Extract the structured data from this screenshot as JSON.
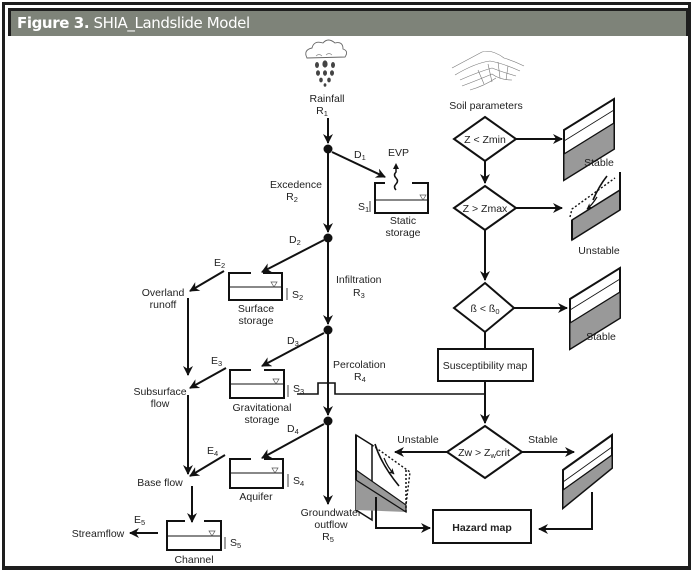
{
  "figure": {
    "number": "Figure 3.",
    "title": "SHIA_Landslide Model"
  },
  "hydrology": {
    "rainfall": {
      "label": "Rainfall",
      "symbol": "R",
      "sub": "1"
    },
    "excedence": {
      "label": "Excedence",
      "symbol": "R",
      "sub": "2"
    },
    "infiltration": {
      "label": "Infiltration",
      "symbol": "R",
      "sub": "3"
    },
    "percolation": {
      "label": "Percolation",
      "symbol": "R",
      "sub": "4"
    },
    "groundwater": {
      "line1": "Groundwater",
      "line2": "outflow",
      "symbol": "R",
      "sub": "5"
    },
    "evp": "EVP",
    "nodes": [
      {
        "symbol": "D",
        "sub": "1"
      },
      {
        "symbol": "D",
        "sub": "2"
      },
      {
        "symbol": "D",
        "sub": "3"
      },
      {
        "symbol": "D",
        "sub": "4"
      }
    ],
    "tanks": [
      {
        "line1": "Static",
        "line2": "storage",
        "symbol": "S",
        "sub": "1"
      },
      {
        "line1": "Surface",
        "line2": "storage",
        "symbol": "S",
        "sub": "2"
      },
      {
        "line1": "Gravitational",
        "line2": "storage",
        "symbol": "S",
        "sub": "3"
      },
      {
        "line1": "Aquifer",
        "line2": "",
        "symbol": "S",
        "sub": "4"
      },
      {
        "line1": "Channel",
        "line2": "",
        "symbol": "S",
        "sub": "5"
      }
    ],
    "flows": [
      {
        "line1": "Overland",
        "line2": "runoff",
        "symbol": "E",
        "sub": "2"
      },
      {
        "line1": "Subsurface",
        "line2": "flow",
        "symbol": "E",
        "sub": "3"
      },
      {
        "line1": "Base flow",
        "line2": "",
        "symbol": "E",
        "sub": "4"
      },
      {
        "line1": "Streamflow",
        "line2": "",
        "symbol": "E",
        "sub": "5"
      }
    ]
  },
  "stability": {
    "soil_parameters": "Soil parameters",
    "decisions": [
      {
        "text": "Z < Zmin"
      },
      {
        "text": "Z > Zmax"
      },
      {
        "text_main": "ß < ß",
        "text_sub": "0"
      },
      {
        "text_a": "Zw > Z",
        "text_sub": "w",
        "text_b": "crit"
      }
    ],
    "outcomes": {
      "stable_1": "Stable",
      "unstable_1": "Unstable",
      "stable_2": "Stable",
      "unstable_final": "Unstable",
      "stable_final": "Stable"
    },
    "susceptibility_map": "Susceptibility map",
    "hazard_map": "Hazard map"
  }
}
